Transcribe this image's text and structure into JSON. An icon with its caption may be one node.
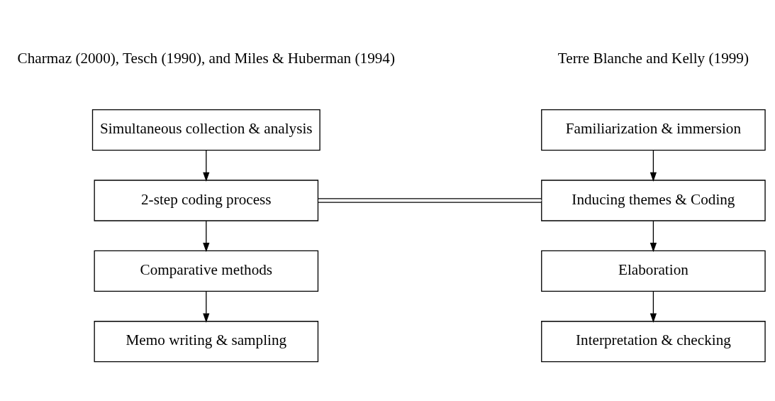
{
  "diagram": {
    "nodes": [
      {
        "text": [
          "Familiarization & immersion"
        ]
      },
      {
        "text": [
          "Inducing themes & Coding"
        ]
      },
      {
        "text": [
          "Elaboration"
        ]
      },
      {
        "text": [
          "Interpretation & checking"
        ]
      },
      {
        "text": [
          "Simultaneous collection & analysis"
        ]
      },
      {
        "text": [
          "2-step coding process"
        ]
      },
      {
        "text": [
          "Comparative methods"
        ]
      },
      {
        "text": [
          "Memo writing & sampling"
        ]
      }
    ],
    "edges": [
      {
        "from": 0,
        "to": 1,
        "arrow": "to"
      },
      {
        "from": 1,
        "to": 2,
        "arrow": "to"
      },
      {
        "from": 2,
        "to": 3,
        "arrow": "to"
      },
      {
        "from": 4,
        "to": 5,
        "arrow": "to"
      },
      {
        "from": 5,
        "to": 6,
        "arrow": "to"
      },
      {
        "from": 6,
        "to": 7,
        "arrow": "to"
      },
      {
        "from": 1,
        "to": 5,
        "arrow": "none"
      }
    ],
    "labels": [
      "Terre Blanche and Kelly (1999)",
      "Charmaz (2000), Tesch (1990), and Miles & Huberman (1994)"
    ]
  }
}
